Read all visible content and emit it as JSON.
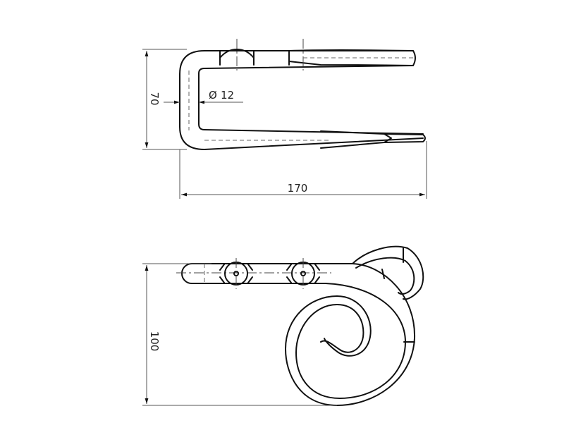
{
  "dimensions": {
    "height_top": "70",
    "diameter": "12",
    "diameter_symbol": "Ø",
    "width": "170",
    "height_bottom": "100"
  },
  "colors": {
    "line": "#111111",
    "dim": "#555555",
    "background": "#ffffff"
  }
}
